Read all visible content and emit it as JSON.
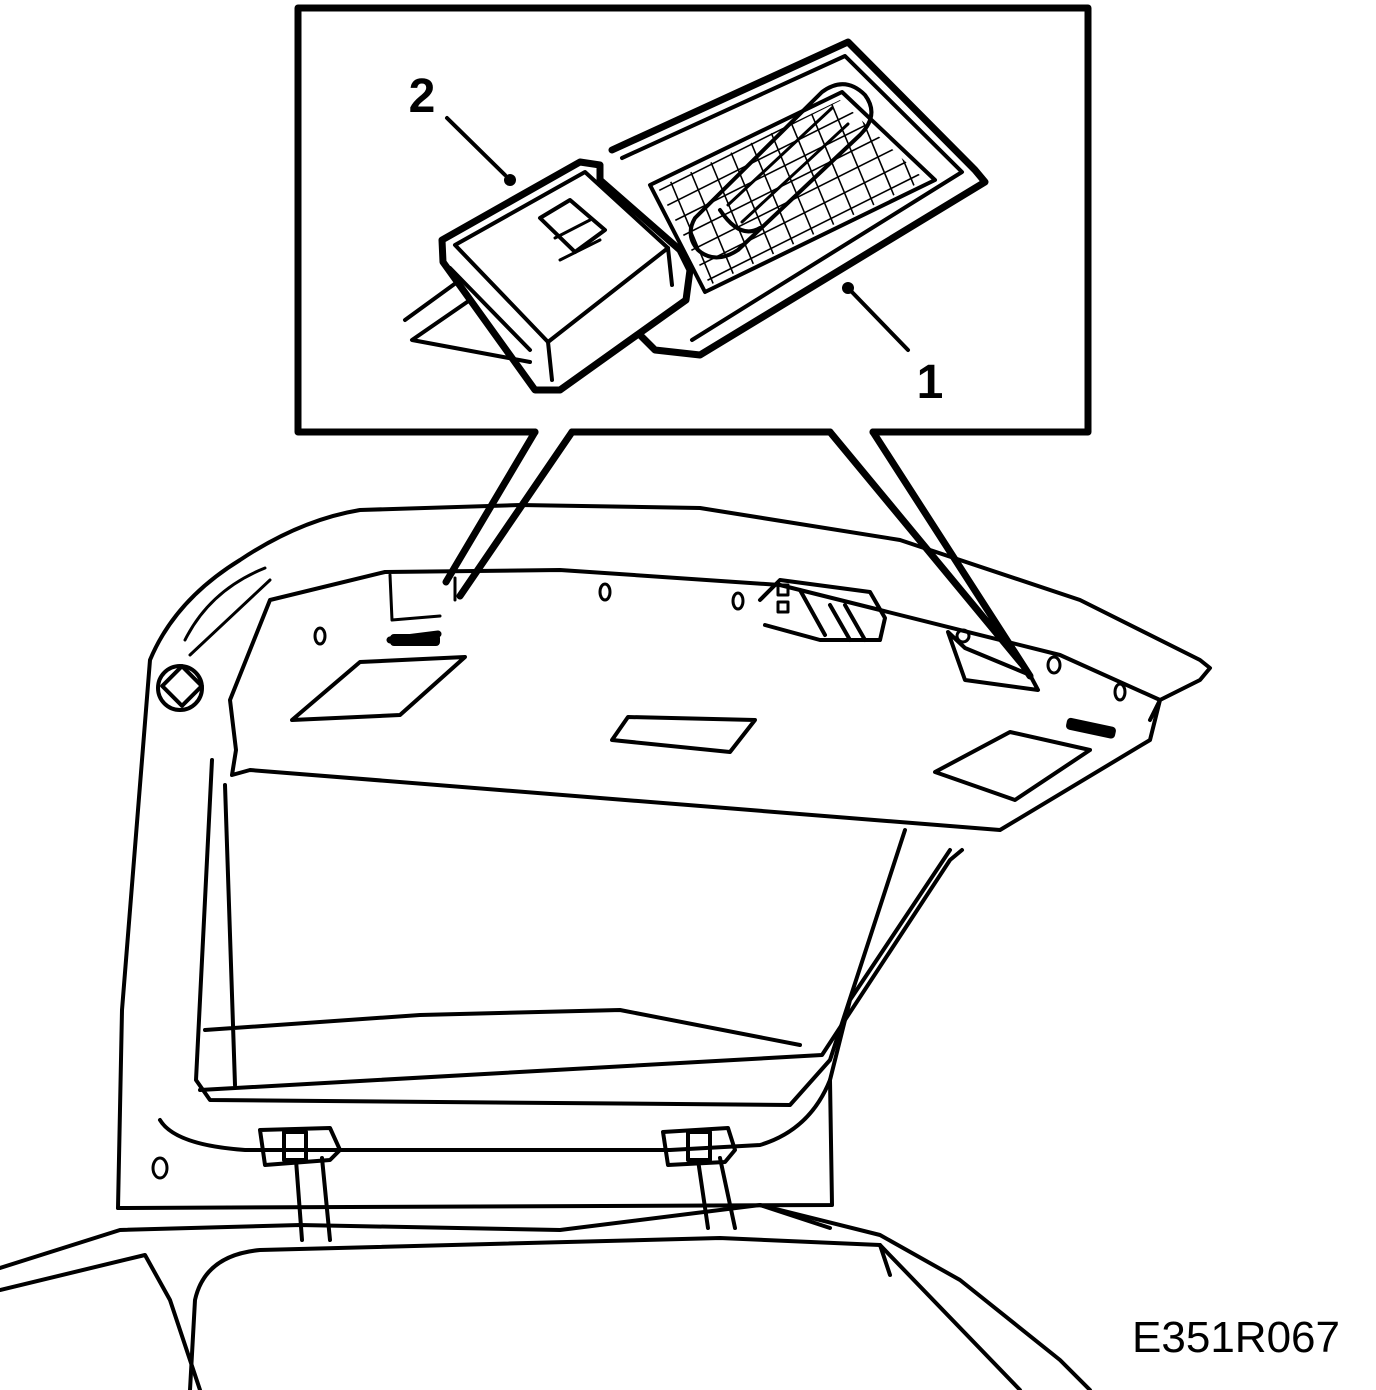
{
  "figure": {
    "figure_id": "E351R067",
    "callouts": [
      {
        "id": "callout-1",
        "label": "1"
      },
      {
        "id": "callout-2",
        "label": "2"
      }
    ],
    "colors": {
      "ink": "#000000",
      "paper": "#ffffff"
    }
  }
}
